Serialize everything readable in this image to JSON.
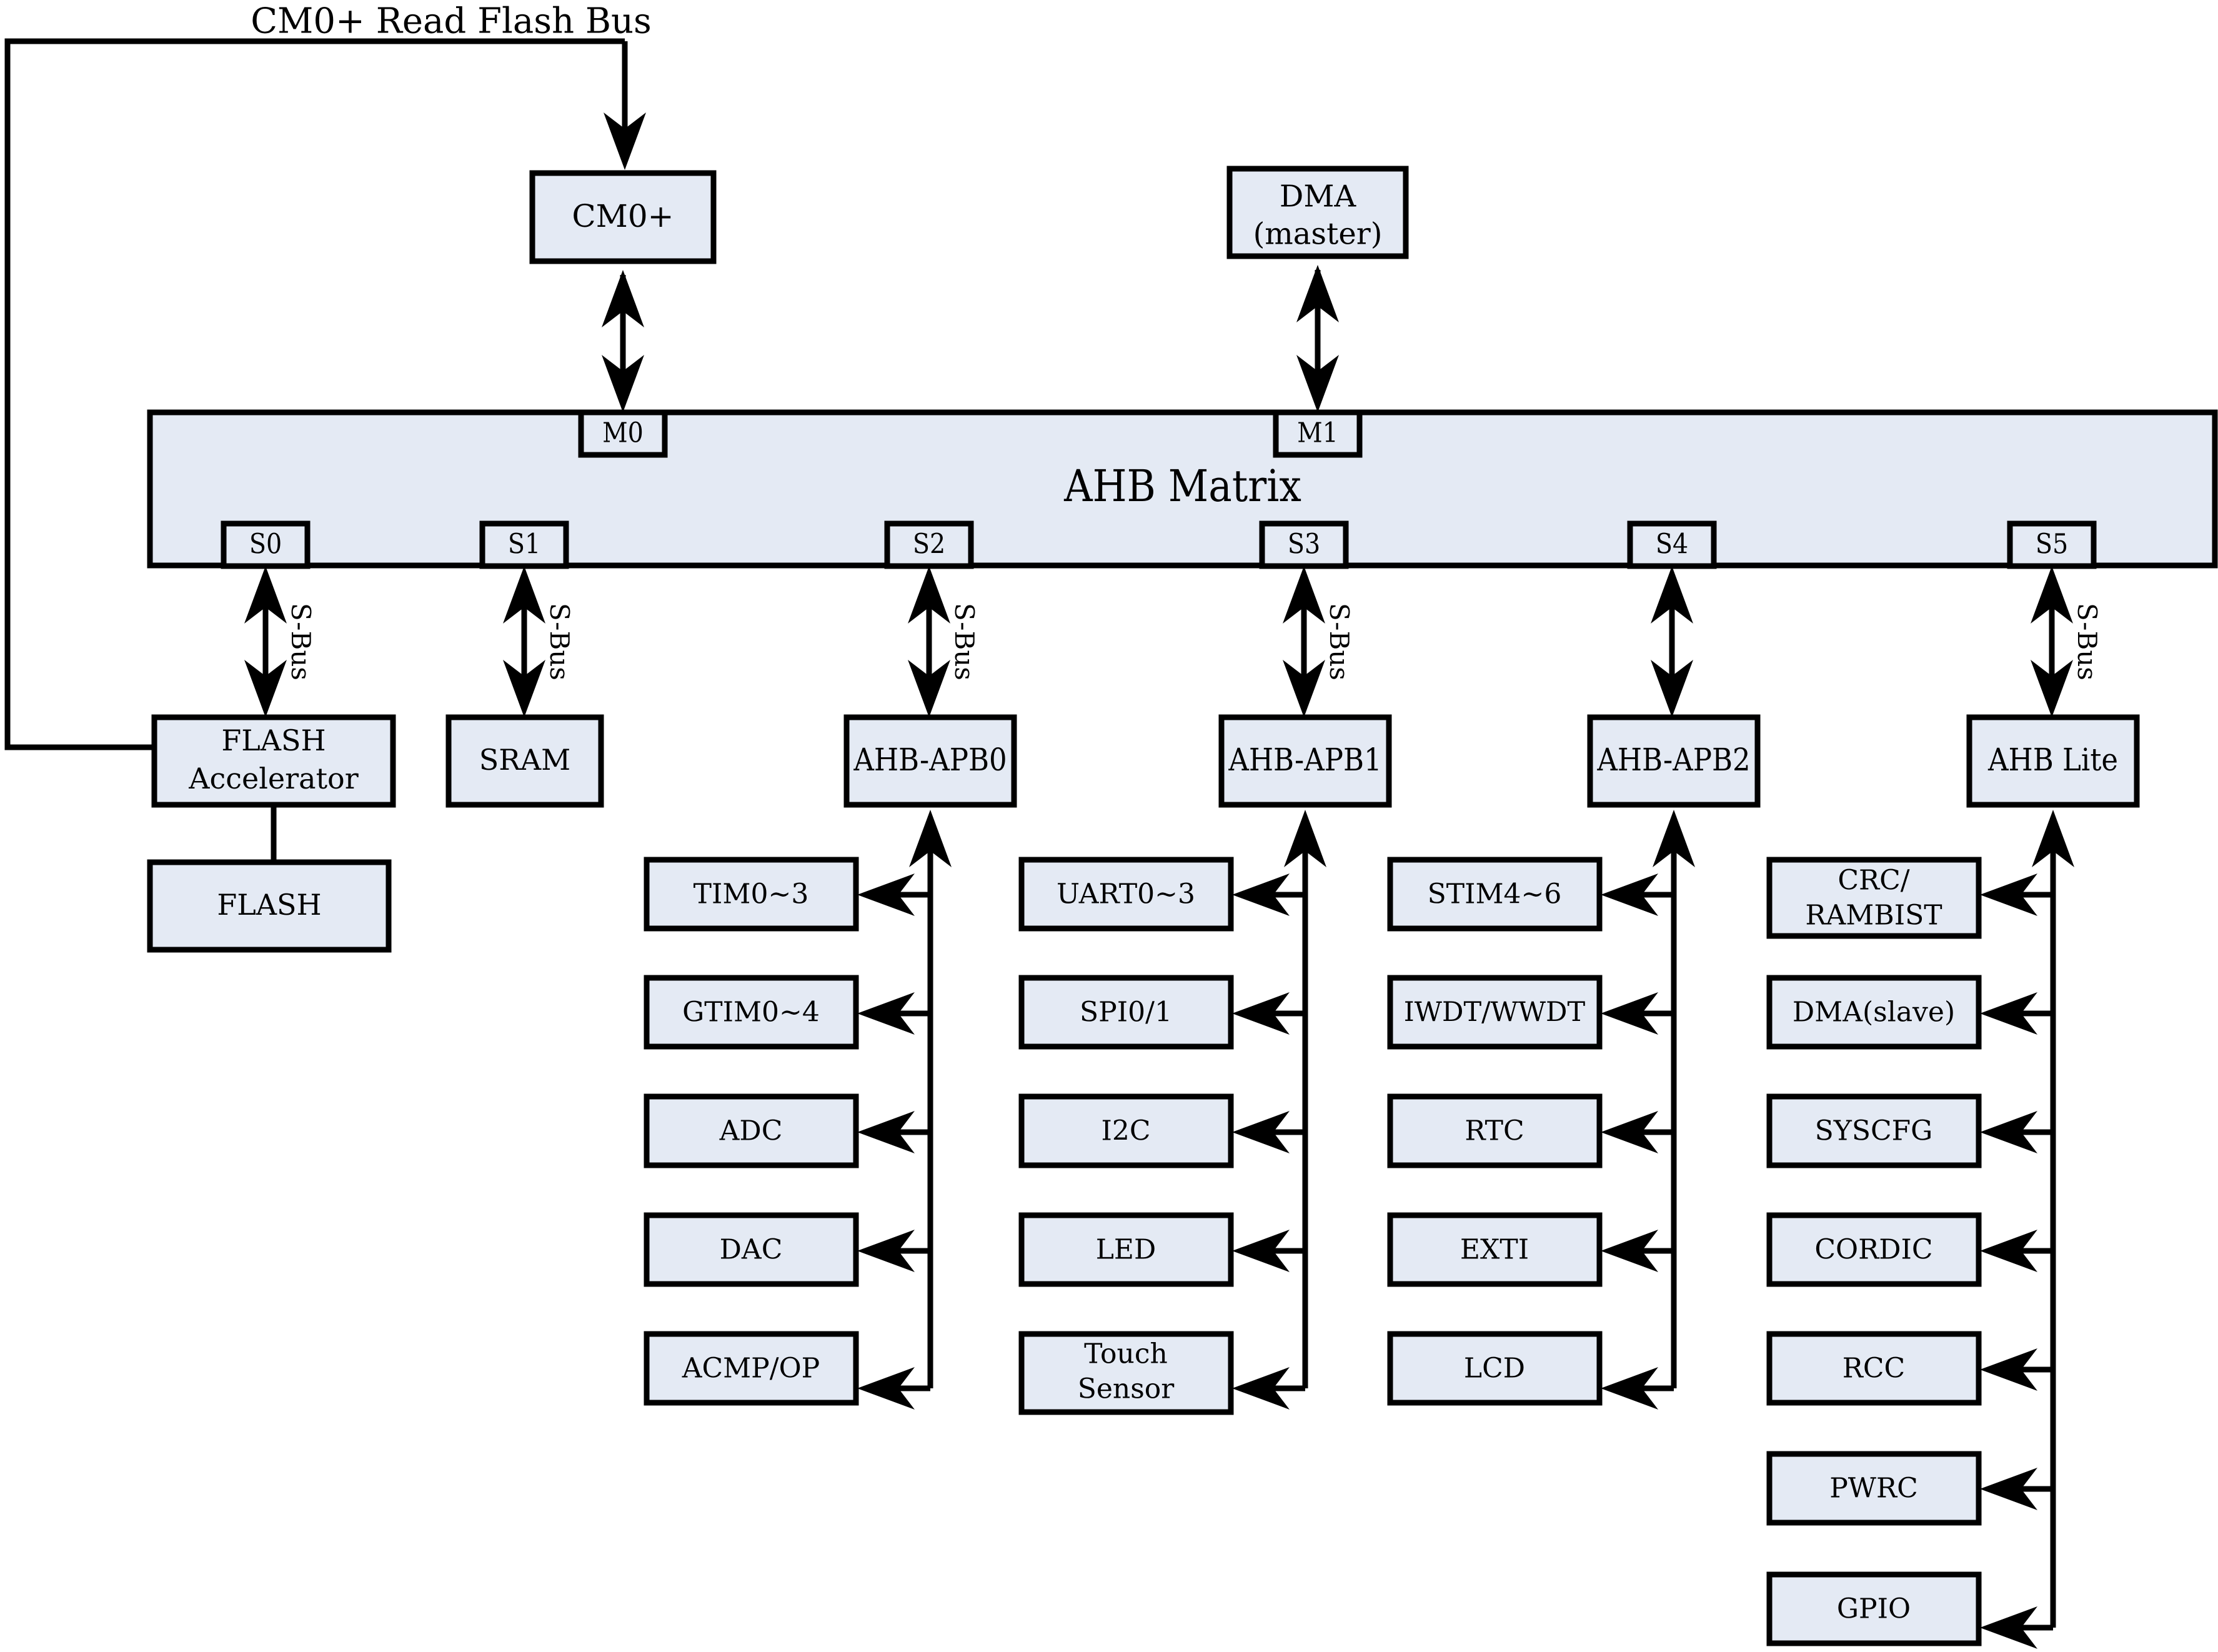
{
  "diagram": {
    "title_label": "CM0+ Read Flash Bus",
    "matrix": {
      "label": "AHB Matrix",
      "master_ports": [
        {
          "id": "M0",
          "label": "M0"
        },
        {
          "id": "M1",
          "label": "M1"
        }
      ],
      "slave_ports": [
        {
          "id": "S0",
          "label": "S0"
        },
        {
          "id": "S1",
          "label": "S1"
        },
        {
          "id": "S2",
          "label": "S2"
        },
        {
          "id": "S3",
          "label": "S3"
        },
        {
          "id": "S4",
          "label": "S4"
        },
        {
          "id": "S5",
          "label": "S5"
        }
      ]
    },
    "masters": [
      {
        "id": "cm0",
        "label": "CM0+",
        "lines": [
          "CM0+"
        ]
      },
      {
        "id": "dma_master",
        "label": "DMA (master)",
        "lines": [
          "DMA",
          "(master)"
        ]
      }
    ],
    "slaves": [
      {
        "id": "flash_acc",
        "lines": [
          "FLASH",
          "Accelerator"
        ]
      },
      {
        "id": "flash",
        "lines": [
          "FLASH"
        ]
      },
      {
        "id": "sram",
        "lines": [
          "SRAM"
        ]
      },
      {
        "id": "ahb_apb0",
        "lines": [
          "AHB-APB0"
        ]
      },
      {
        "id": "ahb_apb1",
        "lines": [
          "AHB-APB1"
        ]
      },
      {
        "id": "ahb_apb2",
        "lines": [
          "AHB-APB2"
        ]
      },
      {
        "id": "ahb_lite",
        "lines": [
          "AHB Lite"
        ]
      }
    ],
    "bus_labels": [
      {
        "port": "S0",
        "label": "S-Bus"
      },
      {
        "port": "S1",
        "label": "S-Bus"
      },
      {
        "port": "S2",
        "label": "S-Bus"
      },
      {
        "port": "S3",
        "label": "S-Bus"
      },
      {
        "port": "S5",
        "label": "S-Bus"
      }
    ],
    "peripheral_columns": [
      {
        "bridge": "AHB-APB0",
        "items": [
          {
            "lines": [
              "TIM0~3"
            ]
          },
          {
            "lines": [
              "GTIM0~4"
            ]
          },
          {
            "lines": [
              "ADC"
            ]
          },
          {
            "lines": [
              "DAC"
            ]
          },
          {
            "lines": [
              "ACMP/OP"
            ]
          }
        ]
      },
      {
        "bridge": "AHB-APB1",
        "items": [
          {
            "lines": [
              "UART0~3"
            ]
          },
          {
            "lines": [
              "SPI0/1"
            ]
          },
          {
            "lines": [
              "I2C"
            ]
          },
          {
            "lines": [
              "LED"
            ]
          },
          {
            "lines": [
              "Touch",
              "Sensor"
            ]
          }
        ]
      },
      {
        "bridge": "AHB-APB2",
        "items": [
          {
            "lines": [
              "STIM4~6"
            ]
          },
          {
            "lines": [
              "IWDT/WWDT"
            ]
          },
          {
            "lines": [
              "RTC"
            ]
          },
          {
            "lines": [
              "EXTI"
            ]
          },
          {
            "lines": [
              "LCD"
            ]
          }
        ]
      },
      {
        "bridge": "AHB Lite",
        "items": [
          {
            "lines": [
              "CRC/",
              "RAMBIST"
            ]
          },
          {
            "lines": [
              "DMA(slave)"
            ]
          },
          {
            "lines": [
              "SYSCFG"
            ]
          },
          {
            "lines": [
              "CORDIC"
            ]
          },
          {
            "lines": [
              "RCC"
            ]
          },
          {
            "lines": [
              "PWRC"
            ]
          },
          {
            "lines": [
              "GPIO"
            ]
          }
        ]
      }
    ],
    "colors": {
      "box_fill": "#e4eaf4",
      "stroke": "#000000",
      "background": "#ffffff",
      "text": "#000000"
    }
  }
}
